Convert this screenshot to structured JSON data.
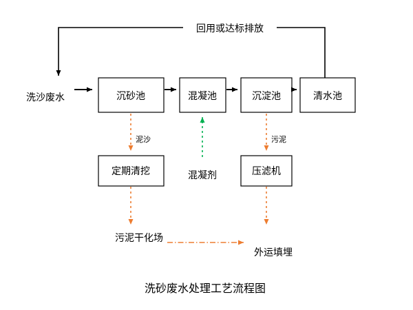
{
  "title": "洗砂废水处理工艺流程图",
  "colors": {
    "main": "#000000",
    "box_border": "#000000",
    "sludge": "#ED7D31",
    "coagulant": "#00B050"
  },
  "nodes": {
    "input": "洗沙废水",
    "grit_tank": "沉砂池",
    "coagulation_tank": "混凝池",
    "sedimentation_tank": "沉淀池",
    "clear_water_tank": "清水池",
    "periodic_dredging": "定期清挖",
    "filter_press": "压滤机"
  },
  "labels": {
    "reuse_discharge": "回用或达标排放",
    "sediment": "泥沙",
    "sludge": "污泥",
    "coagulant": "混凝剂",
    "sludge_drying_field": "污泥干化场",
    "offsite_landfill": "外运填埋"
  }
}
